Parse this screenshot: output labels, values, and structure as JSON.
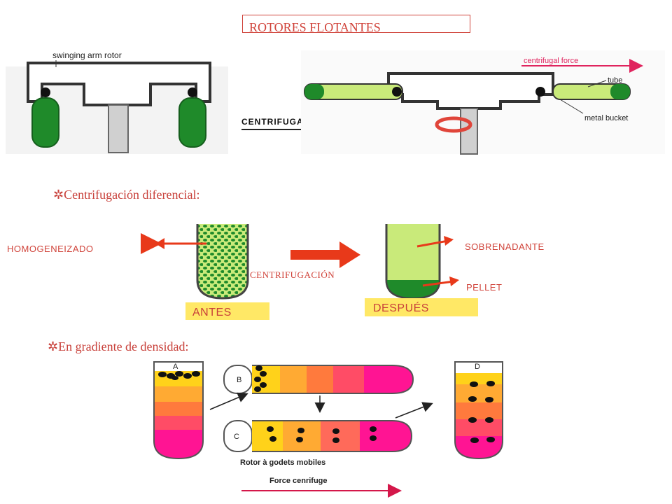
{
  "title": "ROTORES FLOTANTES",
  "rotor_figure": {
    "arm_label": "swinging arm rotor",
    "process_label": "CENTRIFUGATION",
    "force_label": "centrifugal force",
    "tube_label": "tube",
    "bucket_label": "metal bucket"
  },
  "differential": {
    "heading": "Centrifugación diferencial:",
    "homogenate_label": "HOMOGENEIZADO",
    "process_label": "CENTRIFUGACIÓN",
    "supernatant_label": "SOBRENADANTE",
    "pellet_label": "PELLET",
    "before_label": "ANTES",
    "after_label": "DESPUÉS"
  },
  "density": {
    "heading": "En gradiente de densidad:",
    "tube_labels": [
      "A",
      "B",
      "C",
      "D"
    ],
    "rotor_caption": "Rotor à godets mobiles",
    "force_caption": "Force cenrifuge"
  },
  "colors": {
    "accent_red": "#d0433a",
    "green_dark": "#1f8a2a",
    "green_light": "#c9ea7a",
    "tag_yellow": "#ffe866",
    "magenta": "#ff1493"
  }
}
